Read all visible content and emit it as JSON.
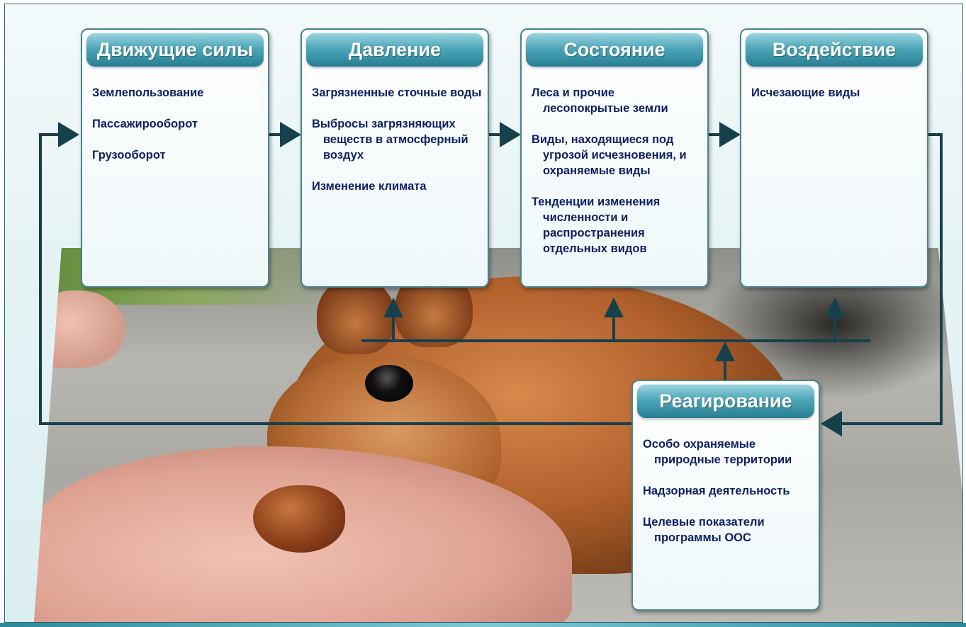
{
  "drivers": {
    "title": "Движущие силы",
    "items": [
      "Землепользование",
      "Пассажирооборот",
      "Грузооборот"
    ]
  },
  "pressure": {
    "title": "Давление",
    "items": [
      "Загрязненные сточные воды",
      "Выбросы загрязняющих веществ в атмосферный воздух",
      "Изменение климата"
    ]
  },
  "state": {
    "title": "Состояние",
    "items": [
      "Леса и прочие лесопокрытые земли",
      "Виды, находящиеся под угрозой исчезновения, и охраняемые виды",
      "Тенденции изменения численности и распространения отдельных видов"
    ]
  },
  "impact": {
    "title": "Воздействие",
    "items": [
      "Исчезающие виды"
    ]
  },
  "response": {
    "title": "Реагирование",
    "items": [
      "Особо охраняемые природные территории",
      "Надзорная деятельность",
      "Целевые показатели программы ООС"
    ]
  },
  "colors": {
    "connector": "#17404d",
    "header_dark": "#277e93",
    "header_light": "#9fd7e2",
    "item_text": "#0d1f63"
  }
}
